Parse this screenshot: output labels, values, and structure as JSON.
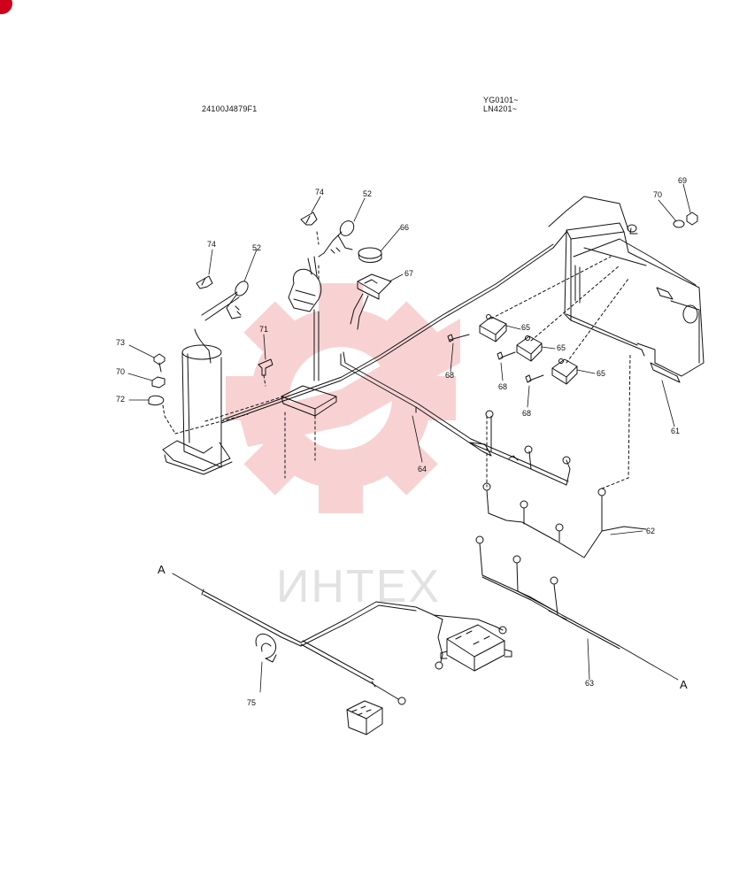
{
  "header": {
    "part_code": "24100J4879F1",
    "serial_ranges": [
      "YG0101~",
      "LN4201~"
    ]
  },
  "watermark": {
    "text": "ИНТЕХ",
    "color": "#f4b5b5"
  },
  "callouts": {
    "c74a": "74",
    "c52a": "52",
    "c66": "66",
    "c67": "67",
    "c74b": "74",
    "c52b": "52",
    "c73": "73",
    "c70a": "70",
    "c72": "72",
    "c71": "71",
    "c64": "64",
    "c65a": "65",
    "c65b": "65",
    "c65c": "65",
    "c68a": "68",
    "c68b": "68",
    "c68c": "68",
    "c69": "69",
    "c70b": "70",
    "c61": "61",
    "c62": "62",
    "c63": "63",
    "c75": "75",
    "a_left": "A",
    "a_right": "A"
  },
  "corner_marker_color": "#d0021b"
}
